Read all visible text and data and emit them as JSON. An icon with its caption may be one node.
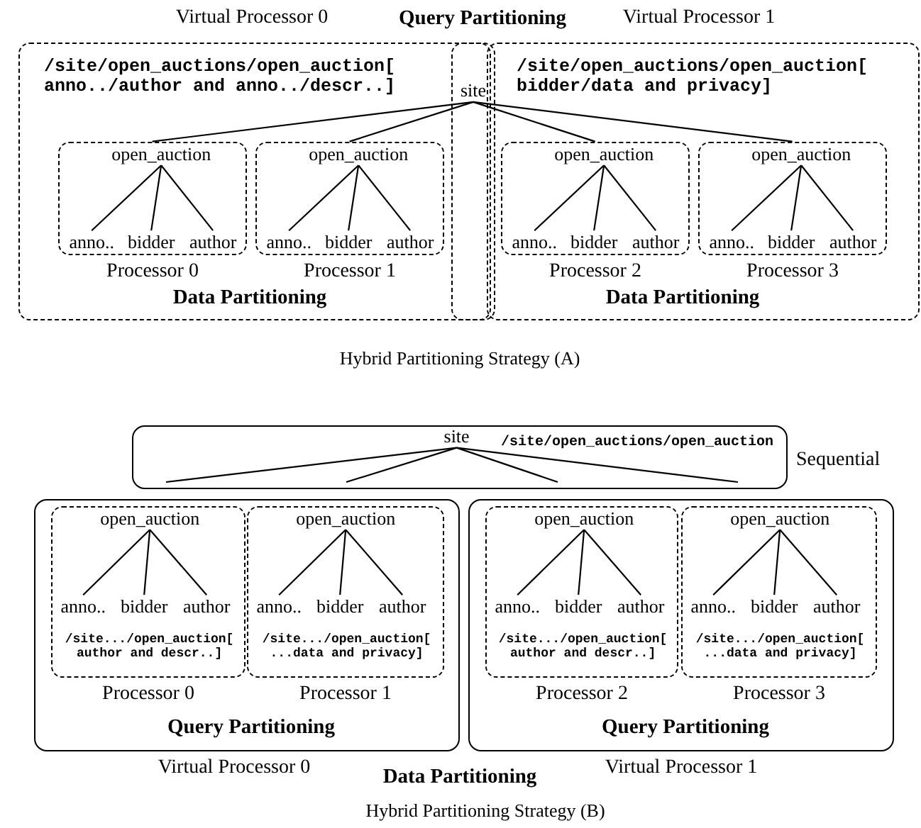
{
  "diagram": {
    "nodes": [
      {
        "text": [
          "/site/open_auctions/open_auction[ anno../author and anno../descr..]",
          "Data Partitioning"
        ],
        "beside": [
          "Virtual Processor 0"
        ]
      },
      {
        "text": [
          "site"
        ]
      },
      {
        "text": [
          "/site/open_auctions/open_auction[ bidder/data and privacy]",
          "Data Partitioning"
        ],
        "beside": [
          "Virtual Processor 1"
        ]
      },
      {
        "text": [],
        "shape": "box",
        "in": 0,
        "beside": [
          "Processor 0"
        ]
      },
      {
        "text": [
          "open_auction"
        ],
        "in": 3
      },
      {
        "text": [
          "anno.."
        ],
        "in": 3
      },
      {
        "text": [
          "bidder"
        ],
        "in": 3
      },
      {
        "text": [
          "author"
        ],
        "in": 3
      },
      {
        "text": [],
        "shape": "box",
        "in": 0,
        "beside": [
          "Processor 1"
        ]
      },
      {
        "text": [
          "open_auction"
        ],
        "in": 8
      },
      {
        "text": [
          "anno.."
        ],
        "in": 8
      },
      {
        "text": [
          "bidder"
        ],
        "in": 8
      },
      {
        "text": [
          "author"
        ],
        "in": 8
      },
      {
        "text": [],
        "shape": "box",
        "in": 2,
        "beside": [
          "Processor 2"
        ]
      },
      {
        "text": [
          "open_auction"
        ],
        "in": 13
      },
      {
        "text": [
          "anno.."
        ],
        "in": 13
      },
      {
        "text": [
          "bidder"
        ],
        "in": 13
      },
      {
        "text": [
          "author"
        ],
        "in": 13
      },
      {
        "text": [],
        "shape": "box",
        "in": 2,
        "beside": [
          "Processor 3"
        ]
      },
      {
        "text": [
          "open_auction"
        ],
        "in": 18
      },
      {
        "text": [
          "anno.."
        ],
        "in": 18
      },
      {
        "text": [
          "bidder"
        ],
        "in": 18
      },
      {
        "text": [
          "author"
        ],
        "in": 18
      },
      {
        "text": [
          "/site/open_auctions/open_auction"
        ],
        "beside": [
          "Sequential"
        ]
      },
      {
        "text": [
          "site"
        ],
        "in": 23
      },
      {
        "text": [
          "Query Partitioning"
        ],
        "beside": [
          "Virtual Processor 0"
        ]
      },
      {
        "text": [
          "/site.../open_auction[ author and descr..]"
        ],
        "in": 25,
        "beside": [
          "Processor 0"
        ]
      },
      {
        "text": [
          "open_auction"
        ],
        "in": 26
      },
      {
        "text": [
          "anno.."
        ],
        "in": 26
      },
      {
        "text": [
          "bidder"
        ],
        "in": 26
      },
      {
        "text": [
          "author"
        ],
        "in": 26
      },
      {
        "text": [
          "/site.../open_auction[ ...data and privacy]"
        ],
        "in": 25,
        "beside": [
          "Processor 1"
        ]
      },
      {
        "text": [
          "open_auction"
        ],
        "in": 31
      },
      {
        "text": [
          "anno.."
        ],
        "in": 31
      },
      {
        "text": [
          "bidder"
        ],
        "in": 31
      },
      {
        "text": [
          "author"
        ],
        "in": 31
      },
      {
        "text": [
          "Query Partitioning"
        ],
        "beside": [
          "Virtual Processor 1"
        ]
      },
      {
        "text": [
          "/site.../open_auction[ author and descr..]"
        ],
        "in": 36,
        "beside": [
          "Processor 2"
        ]
      },
      {
        "text": [
          "open_auction"
        ],
        "in": 37
      },
      {
        "text": [
          "anno.."
        ],
        "in": 37
      },
      {
        "text": [
          "bidder"
        ],
        "in": 37
      },
      {
        "text": [
          "author"
        ],
        "in": 37
      },
      {
        "text": [
          "/site.../open_auction[ ...data and privacy]"
        ],
        "in": 36,
        "beside": [
          "Processor 3"
        ]
      },
      {
        "text": [
          "open_auction"
        ],
        "in": 42
      },
      {
        "text": [
          "anno.."
        ],
        "in": 42
      },
      {
        "text": [
          "bidder"
        ],
        "in": 42
      },
      {
        "text": [
          "author"
        ],
        "in": 42
      }
    ],
    "edges": [
      {
        "from": 1,
        "to": 3,
        "arrow": "none"
      },
      {
        "from": 1,
        "to": 8,
        "arrow": "none"
      },
      {
        "from": 1,
        "to": 13,
        "arrow": "none"
      },
      {
        "from": 1,
        "to": 18,
        "arrow": "none"
      },
      {
        "from": 4,
        "to": 5,
        "arrow": "none"
      },
      {
        "from": 4,
        "to": 6,
        "arrow": "none"
      },
      {
        "from": 4,
        "to": 7,
        "arrow": "none"
      },
      {
        "from": 9,
        "to": 10,
        "arrow": "none"
      },
      {
        "from": 9,
        "to": 11,
        "arrow": "none"
      },
      {
        "from": 9,
        "to": 12,
        "arrow": "none"
      },
      {
        "from": 14,
        "to": 15,
        "arrow": "none"
      },
      {
        "from": 14,
        "to": 16,
        "arrow": "none"
      },
      {
        "from": 14,
        "to": 17,
        "arrow": "none"
      },
      {
        "from": 19,
        "to": 20,
        "arrow": "none"
      },
      {
        "from": 19,
        "to": 21,
        "arrow": "none"
      },
      {
        "from": 19,
        "to": 22,
        "arrow": "none"
      },
      {
        "from": 24,
        "to": null,
        "arrow": "none"
      },
      {
        "from": 24,
        "to": null,
        "arrow": "none"
      },
      {
        "from": 24,
        "to": null,
        "arrow": "none"
      },
      {
        "from": 24,
        "to": null,
        "arrow": "none"
      },
      {
        "from": 27,
        "to": 28,
        "arrow": "none"
      },
      {
        "from": 27,
        "to": 29,
        "arrow": "none"
      },
      {
        "from": 27,
        "to": 30,
        "arrow": "none"
      },
      {
        "from": 32,
        "to": 33,
        "arrow": "none"
      },
      {
        "from": 32,
        "to": 34,
        "arrow": "none"
      },
      {
        "from": 32,
        "to": 35,
        "arrow": "none"
      },
      {
        "from": 38,
        "to": 39,
        "arrow": "none"
      },
      {
        "from": 38,
        "to": 40,
        "arrow": "none"
      },
      {
        "from": 38,
        "to": 41,
        "arrow": "none"
      },
      {
        "from": 43,
        "to": 44,
        "arrow": "none"
      },
      {
        "from": 43,
        "to": 45,
        "arrow": "none"
      },
      {
        "from": 43,
        "to": 46,
        "arrow": "none"
      }
    ],
    "labels": [
      "Query Partitioning",
      "Hybrid Partitioning Strategy (A)",
      "Data Partitioning",
      "Hybrid Partitioning Strategy (B)"
    ]
  }
}
